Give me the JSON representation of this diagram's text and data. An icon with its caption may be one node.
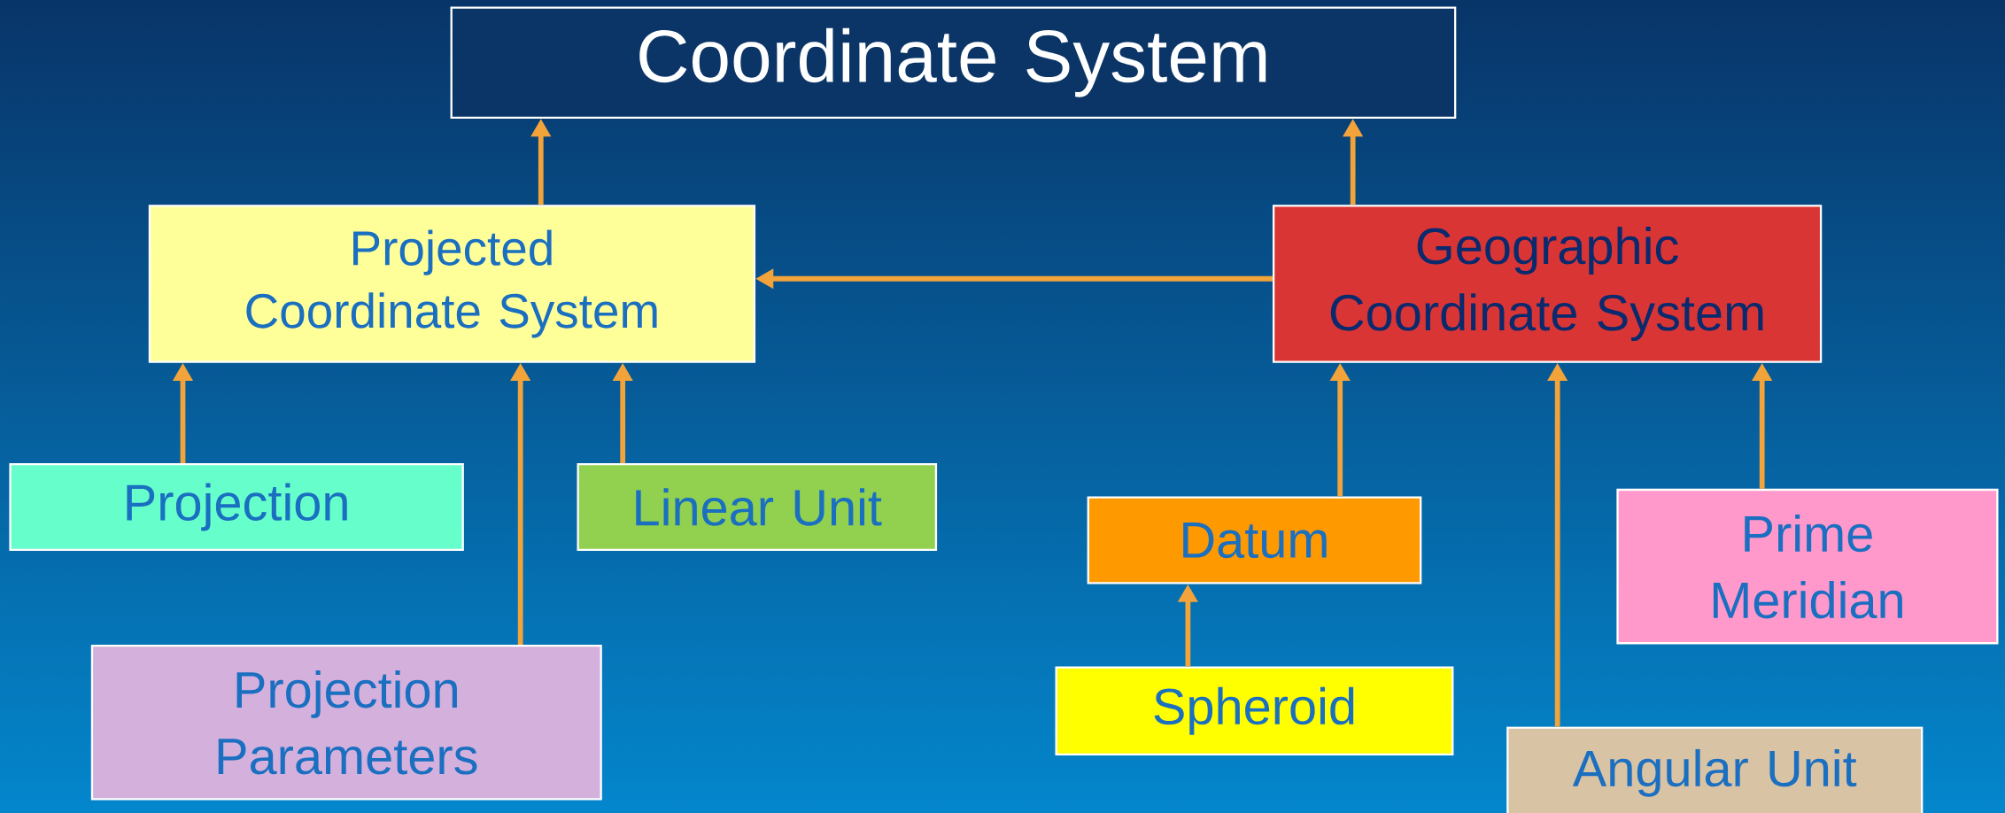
{
  "diagram": {
    "nodes": [
      {
        "text": [
          "Coordinate System"
        ]
      },
      {
        "text": [
          "Projected Coordinate System"
        ]
      },
      {
        "text": [
          "Geographic Coordinate System"
        ]
      },
      {
        "text": [
          "Projection"
        ]
      },
      {
        "text": [
          "Linear Unit"
        ]
      },
      {
        "text": [
          "Projection Parameters"
        ]
      },
      {
        "text": [
          "Datum"
        ]
      },
      {
        "text": [
          "Spheroid"
        ]
      },
      {
        "text": [
          "Angular Unit"
        ]
      },
      {
        "text": [
          "Prime Meridian"
        ]
      }
    ],
    "edges": [
      {
        "from": 1,
        "to": 0,
        "arrow": "to"
      },
      {
        "from": 2,
        "to": 0,
        "arrow": "to"
      },
      {
        "from": 2,
        "to": 1,
        "arrow": "to"
      },
      {
        "from": 3,
        "to": 1,
        "arrow": "to"
      },
      {
        "from": 5,
        "to": 1,
        "arrow": "to"
      },
      {
        "from": 4,
        "to": 1,
        "arrow": "to"
      },
      {
        "from": 6,
        "to": 2,
        "arrow": "to"
      },
      {
        "from": 7,
        "to": 6,
        "arrow": "to"
      },
      {
        "from": 8,
        "to": 2,
        "arrow": "to"
      },
      {
        "from": 9,
        "to": 2,
        "arrow": "to"
      }
    ]
  }
}
